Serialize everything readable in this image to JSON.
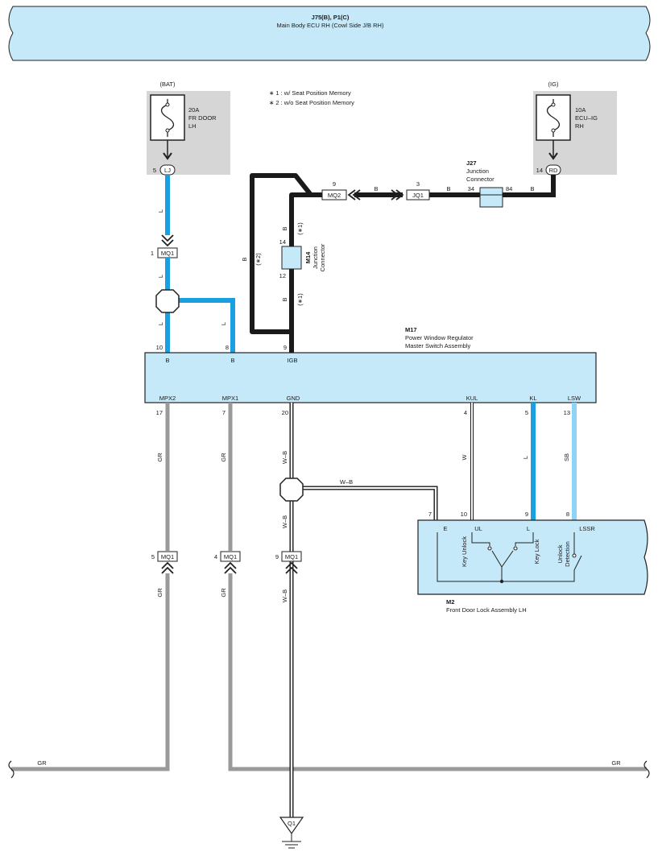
{
  "ecu": {
    "id": "J75(B), P1(C)",
    "name": "Main Body ECU RH (Cowl Side J/B RH)"
  },
  "notes": {
    "n1": "∗ 1 : w/ Seat Position Memory",
    "n2": "∗ 2 : w/o Seat Position Memory"
  },
  "fuses": {
    "bat": {
      "source": "(BAT)",
      "rating": "20A",
      "line1": "FR DOOR",
      "line2": "LH",
      "pin": "5",
      "conn": "LJ"
    },
    "ig": {
      "source": "(IG)",
      "rating": "10A",
      "line1": "ECU–IG",
      "line2": "RH",
      "pin": "14",
      "conn": "RD"
    }
  },
  "connectors": {
    "mq1_top": {
      "pin": "1",
      "name": "MQ1"
    },
    "mq2": {
      "pin": "9",
      "name": "MQ2"
    },
    "jq1": {
      "pin": "3",
      "name": "JQ1"
    },
    "mq1_gr1": {
      "pin": "5",
      "name": "MQ1"
    },
    "mq1_gr2": {
      "pin": "4",
      "name": "MQ1"
    },
    "mq1_wb": {
      "pin": "9",
      "name": "MQ1"
    },
    "ground": {
      "name": "Q1"
    }
  },
  "j27": {
    "id": "J27",
    "line1": "Junction",
    "line2": "Connector",
    "pin_left": "34",
    "pin_right": "84"
  },
  "m14": {
    "id": "M14",
    "line1": "Junction",
    "line2": "Connector",
    "pin_top": "14",
    "pin_bottom": "12"
  },
  "wires": {
    "L": "L",
    "B": "B",
    "GR": "GR",
    "WB": "W–B",
    "W": "W",
    "SB": "SB",
    "star1": "(∗1)",
    "star2": "(∗2)"
  },
  "m17": {
    "id": "M17",
    "line1": "Power Window Regulator",
    "line2": "Master Switch Assembly",
    "top_pins": [
      {
        "num": "10",
        "label": "B"
      },
      {
        "num": "8",
        "label": "B"
      },
      {
        "num": "9",
        "label": "IGB"
      }
    ],
    "bottom_pins": [
      {
        "num": "17",
        "label": "MPX2"
      },
      {
        "num": "7",
        "label": "MPX1"
      },
      {
        "num": "20",
        "label": "GND"
      },
      {
        "num": "4",
        "label": "KUL"
      },
      {
        "num": "5",
        "label": "KL"
      },
      {
        "num": "13",
        "label": "LSW"
      }
    ]
  },
  "m2": {
    "id": "M2",
    "name": "Front Door Lock Assembly LH",
    "pins": [
      {
        "num": "7",
        "label": "E"
      },
      {
        "num": "10",
        "label": "UL"
      },
      {
        "num": "9",
        "label": "L"
      },
      {
        "num": "8",
        "label": "LSSR"
      }
    ],
    "switches": {
      "key_unlock": "Key Unlock",
      "key_lock": "Key Lock",
      "unlock_det1": "Unlock",
      "unlock_det2": "Detection"
    }
  },
  "colors": {
    "box_fill": "#c6e9f9",
    "wire_blue": "#1aa0e0",
    "wire_lightblue": "#8fd3f5",
    "wire_black": "#1a1a1a",
    "wire_gray": "#9a9a9a",
    "fuse_bg": "#d6d6d6"
  }
}
